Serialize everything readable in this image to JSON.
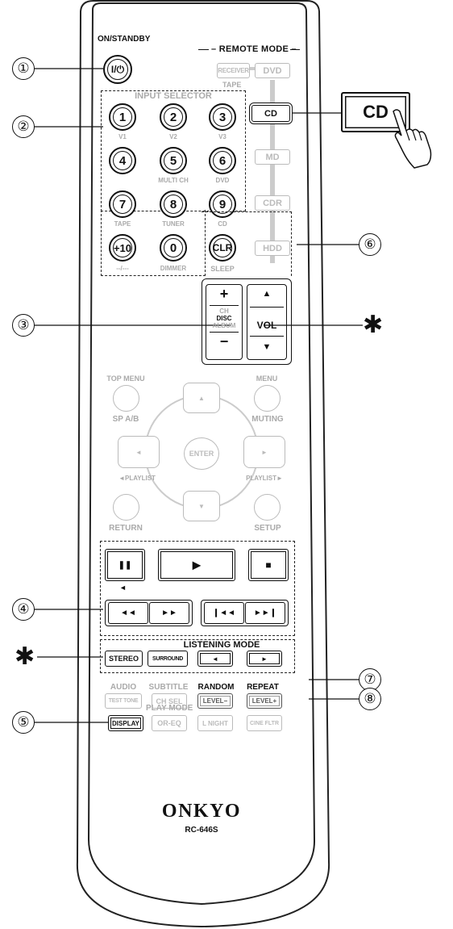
{
  "remote": {
    "on_standby_label": "ON/STANDBY",
    "power_symbol": "I/⏻",
    "remote_mode_title": "REMOTE MODE",
    "mode_buttons": [
      "RECEIVER",
      "DVD",
      "CD",
      "MD",
      "CDR",
      "HDD"
    ],
    "tape_label": "TAPE",
    "input_selector_title": "INPUT SELECTOR",
    "number_buttons": [
      "1",
      "2",
      "3",
      "4",
      "5",
      "6",
      "7",
      "8",
      "9"
    ],
    "number_sublabels": [
      "V1",
      "V2",
      "V3",
      "",
      "MULTI CH",
      "DVD",
      "TAPE",
      "TUNER",
      "CD"
    ],
    "plus10_label": "+10",
    "plus10_sublabel": "--/---",
    "zero_label": "0",
    "zero_sublabel": "DIMMER",
    "clr_label": "CLR",
    "clr_sublabel": "SLEEP",
    "ch_plus": "+",
    "ch_minus": "−",
    "ch_labels": [
      "CH",
      "DISC",
      "ALBUM"
    ],
    "vol_up": "▲",
    "vol_label": "VOL",
    "vol_down": "▼",
    "top_menu_label": "TOP MENU",
    "sp_ab_label": "SP A/B",
    "menu_label": "MENU",
    "muting_label": "MUTING",
    "enter_label": "ENTER",
    "arrow_up": "▲",
    "arrow_down": "▼",
    "arrow_left": "◄",
    "arrow_right": "►",
    "playlist_left_label": "◄PLAYLIST",
    "playlist_right_label": "PLAYLIST►",
    "return_label": "RETURN",
    "setup_label": "SETUP",
    "pause_symbol": "❚❚",
    "pause_sublabel": "◄",
    "play_symbol": "►",
    "stop_symbol": "■",
    "rew_symbol": "◄◄",
    "ff_symbol": "►►",
    "prev_symbol": "❙◄◄",
    "next_symbol": "►►❙",
    "listening_mode_title": "LISTENING MODE",
    "stereo_label": "STEREO",
    "surround_label": "SURROUND",
    "lm_left": "◄",
    "lm_right": "►",
    "audio_label": "AUDIO",
    "subtitle_label": "SUBTITLE",
    "random_label": "RANDOM",
    "repeat_label": "REPEAT",
    "test_tone_label": "TEST TONE",
    "ch_sel_label": "CH SEL",
    "level_minus_label": "LEVEL−",
    "level_plus_label": "LEVEL+",
    "play_mode_label": "PLAY MODE",
    "display_label": "DISPLAY",
    "or_eq_label": "OR-EQ",
    "l_night_label": "L NIGHT",
    "cine_fltr_label": "CINE FLTR",
    "brand": "ONKYO",
    "model": "RC-646S"
  },
  "cd_callout_label": "CD",
  "callouts": [
    "①",
    "②",
    "③",
    "④",
    "⑤",
    "⑥",
    "⑦",
    "⑧"
  ],
  "star": "✱"
}
